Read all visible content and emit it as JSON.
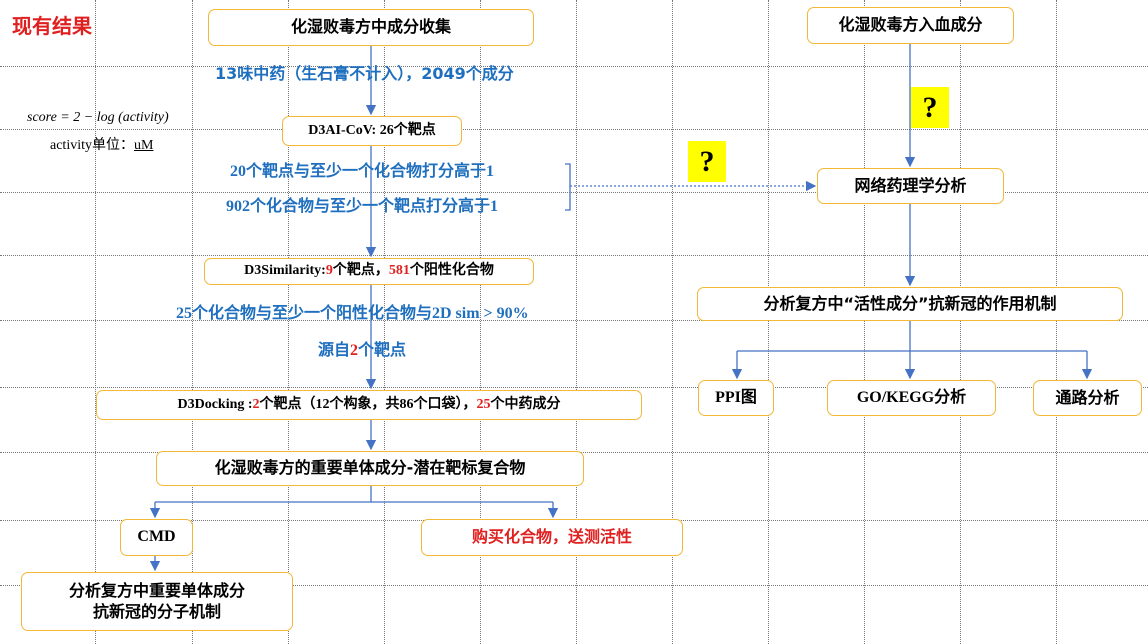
{
  "title": "现有结果",
  "formula": {
    "line1": "score = 2 − log (activity)",
    "line2_prefix": "activity单位：",
    "line2_unit": "uM"
  },
  "left_flow": {
    "collect_box": "化湿败毒方中成分收集",
    "herbs_note": "13味中药（生石膏不计入），2049个成分",
    "d3ai_box": "D3AI-CoV: 26个靶点",
    "target_note_1": "20个靶点与至少一个化合物打分高于1",
    "target_note_2": "902个化合物与至少一个靶点打分高于1",
    "d3sim_box": {
      "prefix": "D3Similarity: ",
      "targets_num": "9",
      "mid": "个靶点，",
      "compounds_num": "581",
      "suffix": "个阳性化合物"
    },
    "sim_note": "25个化合物与至少一个阳性化合物与2D sim > 90%",
    "source_note": {
      "prefix": "源自",
      "num": "2",
      "suffix": "个靶点"
    },
    "d3dock_box": {
      "prefix": "D3Docking : ",
      "targets_num": "2",
      "mid": "个靶点（12个构象，共86个口袋），",
      "herbs_num": "25",
      "suffix": "个中药成分"
    },
    "key_box": "化湿败毒方的重要单体成分-潜在靶标复合物",
    "cmd_box": "CMD",
    "buy_box": "购买化合物，送测活性",
    "mechanism_box": {
      "line1": "分析复方中重要单体成分",
      "line2": "抗新冠的分子机制"
    }
  },
  "right_flow": {
    "blood_box": "化湿败毒方入血成分",
    "network_box": "网络药理学分析",
    "active_box": "分析复方中“活性成分”抗新冠的作用机制",
    "ppi_box": "PPI图",
    "gokegg_box": "GO/KEGG分析",
    "pathway_box": "通路分析"
  },
  "question_marks": [
    "?",
    "?"
  ],
  "colors": {
    "box_border": "#f2b838",
    "connector": "#4472c4",
    "note_blue": "#1f6fbf",
    "highlight_red": "#e02020",
    "qmark_bg": "#ffff00"
  }
}
